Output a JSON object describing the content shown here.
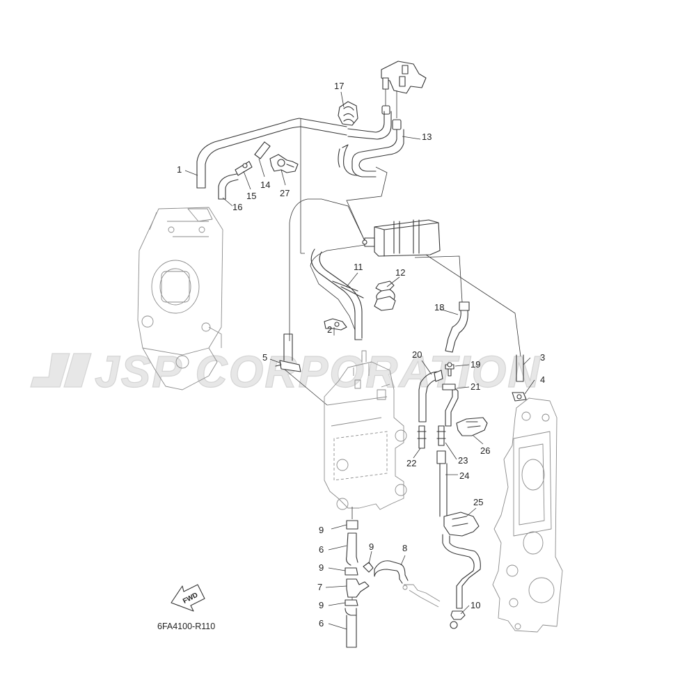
{
  "watermark": {
    "text": "JSP CORPORATION"
  },
  "diagram": {
    "code": "6FA4100-R110",
    "fwd_label": "FWD",
    "callouts": {
      "c1": "1",
      "c2": "2",
      "c3": "3",
      "c4": "4",
      "c5": "5",
      "c6a": "6",
      "c6b": "6",
      "c7": "7",
      "c8": "8",
      "c9a": "9",
      "c9b": "9",
      "c9c": "9",
      "c9d": "9",
      "c10": "10",
      "c11": "11",
      "c12": "12",
      "c13": "13",
      "c14": "14",
      "c15": "15",
      "c16": "16",
      "c17": "17",
      "c18": "18",
      "c19": "19",
      "c20": "20",
      "c21": "21",
      "c22": "22",
      "c23": "23",
      "c24": "24",
      "c25": "25",
      "c26": "26",
      "c27": "27"
    }
  },
  "colors": {
    "line": "#333333",
    "ghost": "#8a8a8a",
    "watermark": "#e7e7e7"
  }
}
